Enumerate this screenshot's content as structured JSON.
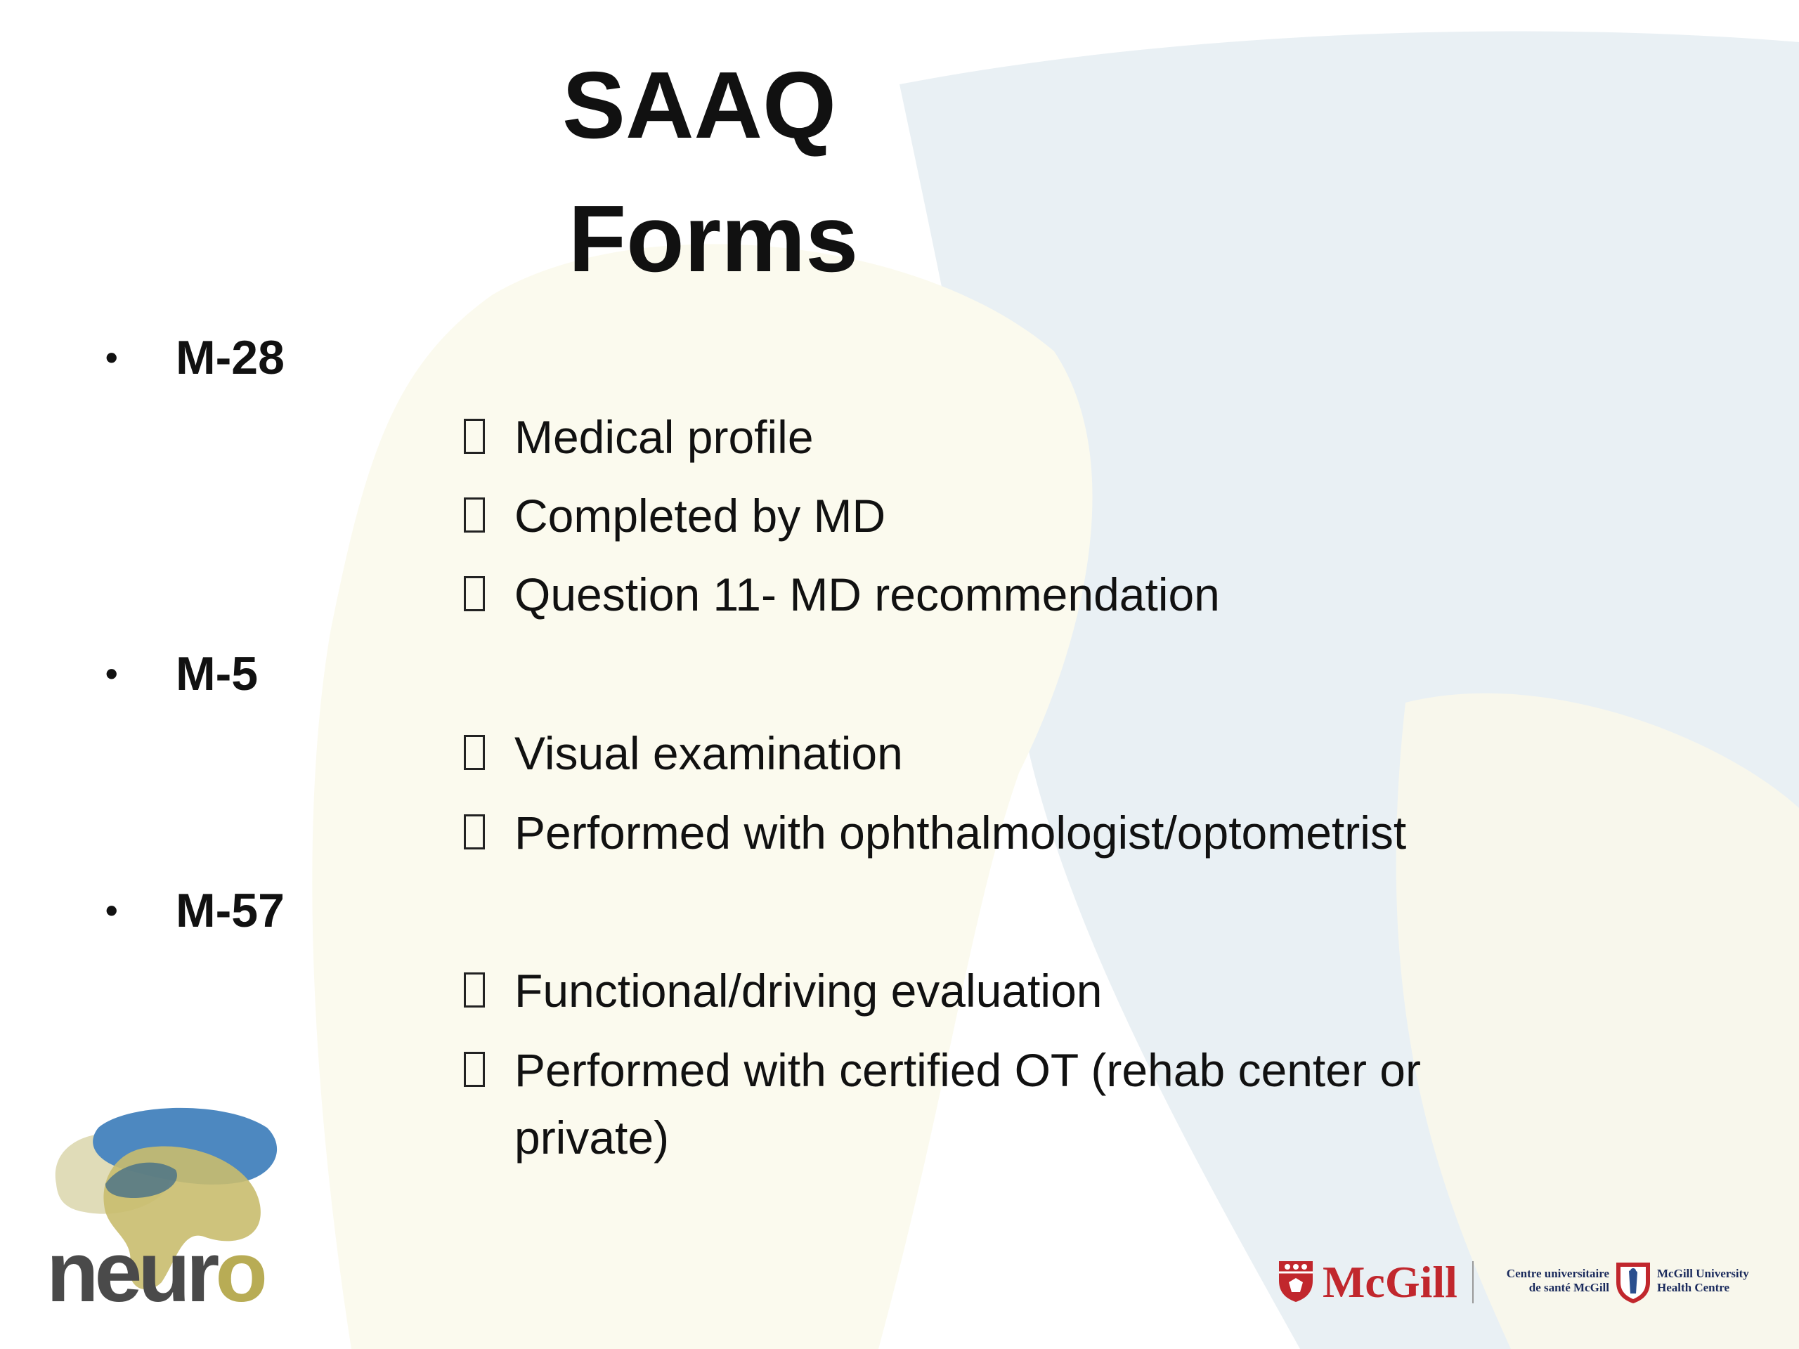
{
  "slide": {
    "title_line_1": "SAAQ",
    "title_line_2": "Forms",
    "sections": [
      {
        "bullet": "•",
        "label": "M-28",
        "items": [
          "Medical profile",
          "Completed by MD",
          "Question 11- MD recommendation"
        ]
      },
      {
        "bullet": "•",
        "label": "M-5",
        "items": [
          "Visual examination",
          "Performed with ophthalmologist/optometrist"
        ]
      },
      {
        "bullet": "•",
        "label": "M-57",
        "items": [
          "Functional/driving evaluation",
          "Performed with certified OT (rehab center or private)"
        ]
      }
    ]
  },
  "logos": {
    "neuro_main": "neur",
    "neuro_last": "o",
    "mcgill": "McGill",
    "cusm_line_1": "Centre universitaire",
    "cusm_line_2": "de santé McGill",
    "muhc_line_1": "McGill University",
    "muhc_line_2": "Health Centre"
  },
  "colors": {
    "background_blue": "#e6eef3",
    "background_cream": "#fbfaee",
    "neuro_blue": "#4d88c0",
    "neuro_gold": "#c9bd6e",
    "neuro_grey": "#4a4a4a",
    "mcgill_red": "#c1272d"
  }
}
